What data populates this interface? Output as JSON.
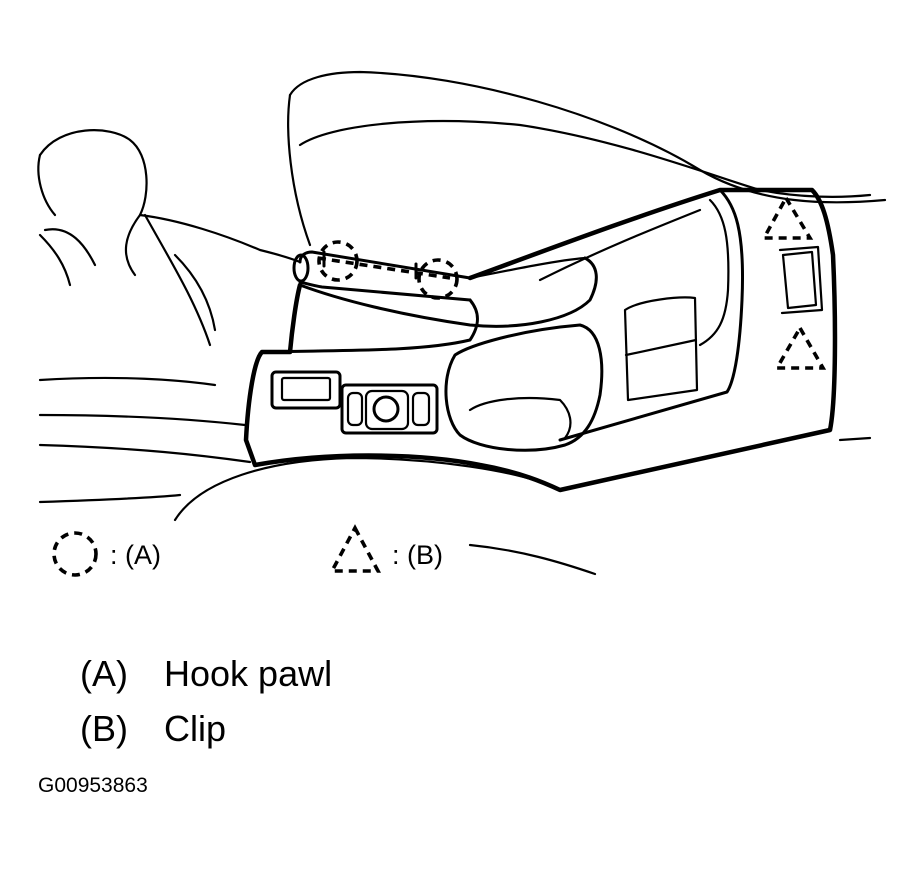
{
  "diagram": {
    "markers": {
      "circle_symbol": "dashed-circle-icon",
      "triangle_symbol": "dashed-triangle-icon"
    },
    "legend": {
      "a_text": ": (A)",
      "b_text": ": (B)"
    },
    "key": [
      {
        "letter": "(A)",
        "label": "Hook pawl"
      },
      {
        "letter": "(B)",
        "label": "Clip"
      }
    ],
    "figure_id": "G00953863"
  }
}
